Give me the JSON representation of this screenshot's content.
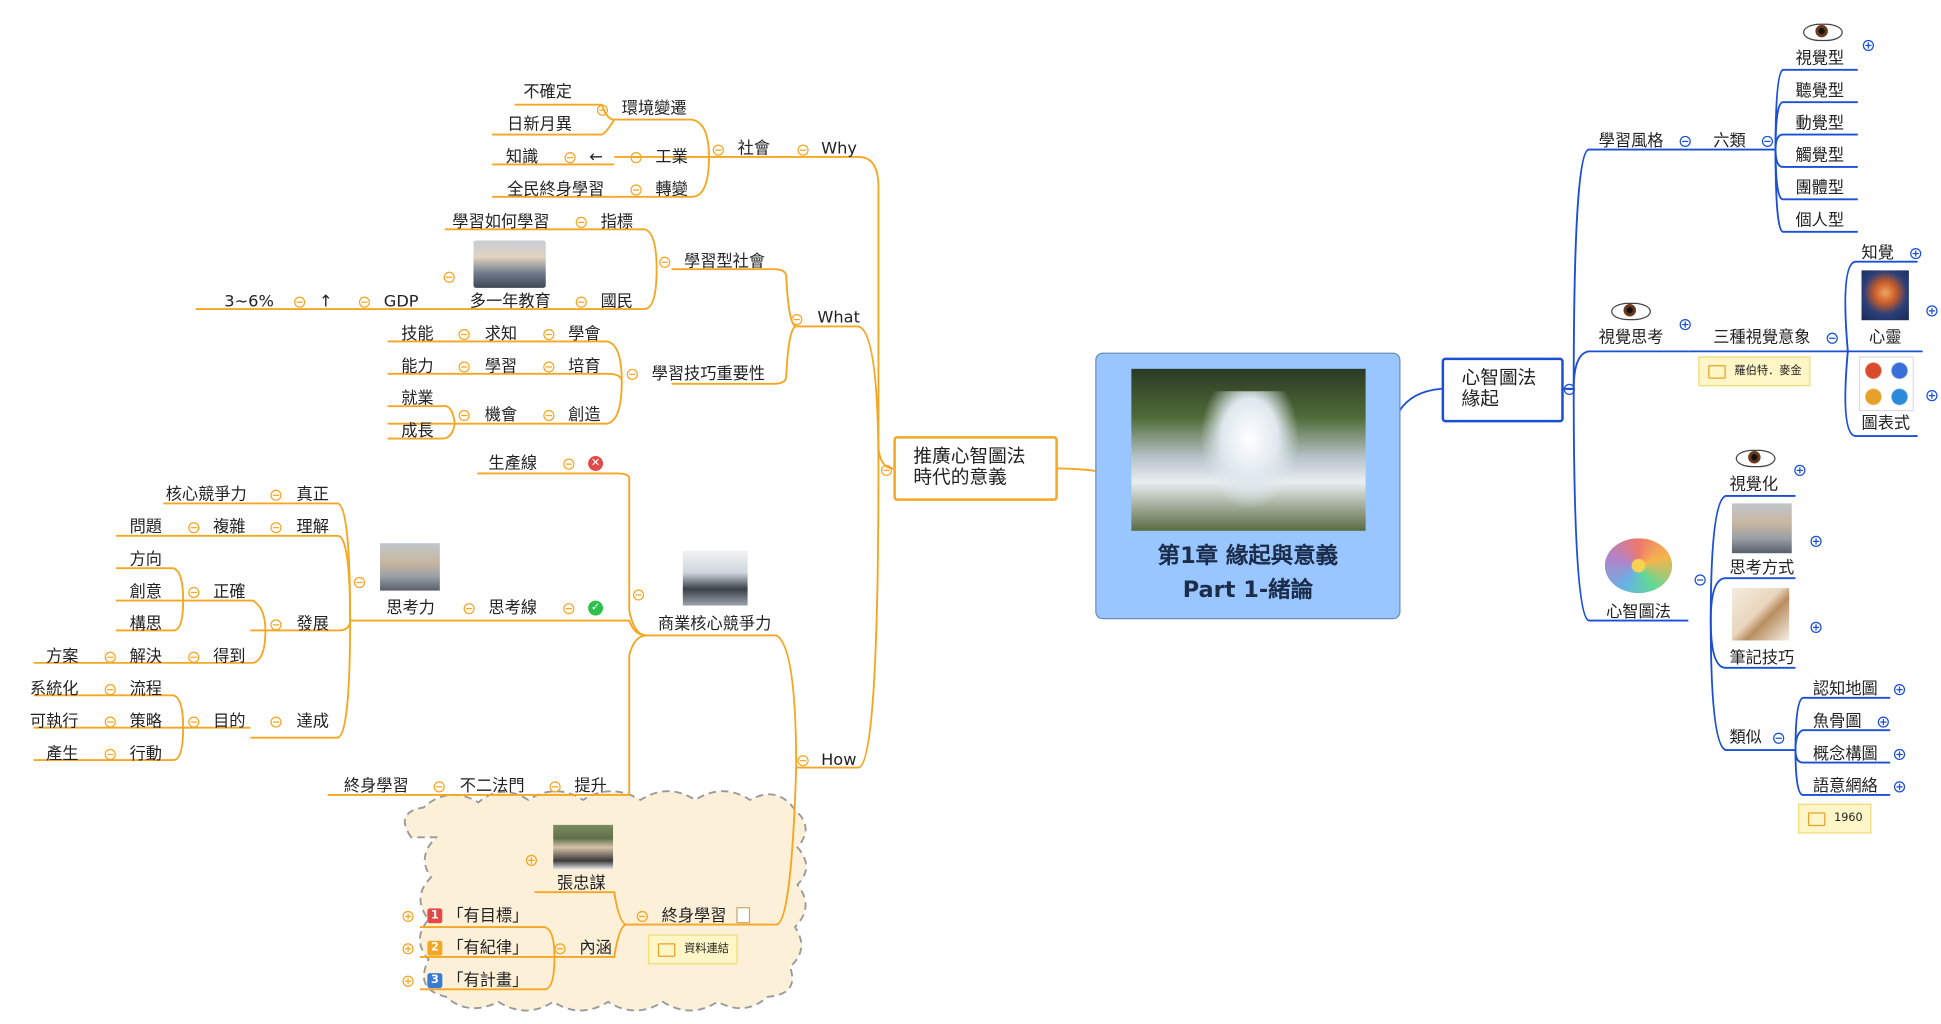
{
  "central": {
    "title_line1": "第1章 緣起與意義",
    "title_line2": "Part 1-緒論"
  },
  "left_branch": {
    "label_line1": "推廣心智圖法",
    "label_line2": "時代的意義",
    "why": {
      "label": "Why",
      "society": "社會",
      "env_change": "環境變遷",
      "uncertain": "不確定",
      "rapid_change": "日新月異",
      "knowledge": "知識",
      "arrow_left": "←",
      "industry": "工業",
      "transform": "轉變",
      "lifelong_all": "全民終身學習"
    },
    "what": {
      "label": "What",
      "learning_society": "學習型社會",
      "how_to_learn": "學習如何學習",
      "indicator": "指標",
      "extra_year": "多一年教育",
      "citizen": "國民",
      "gdp": "GDP",
      "arrow_up": "↑",
      "gdp_range": "3~6%",
      "skills_importance": "學習技巧重要性",
      "skill": "技能",
      "seek_knowledge": "求知",
      "learn": "學會",
      "ability": "能力",
      "study": "學習",
      "cultivate": "培育",
      "employment": "就業",
      "growth": "成長",
      "opportunity": "機會",
      "create": "創造"
    },
    "how": {
      "label": "How",
      "production_line": "生產線",
      "core_competency": "商業核心競爭力",
      "thinking_line": "思考線",
      "thinking_power": "思考力",
      "core_power": "核心競爭力",
      "true": "真正",
      "problem": "問題",
      "complex": "複雜",
      "understand": "理解",
      "direction": "方向",
      "creativity": "創意",
      "correct": "正確",
      "concept": "構思",
      "develop": "發展",
      "solution": "方案",
      "solve": "解決",
      "obtain": "得到",
      "systematize": "系統化",
      "process": "流程",
      "executable": "可執行",
      "strategy": "策略",
      "goal": "目的",
      "achieve": "達成",
      "produce": "產生",
      "action": "行動",
      "lifelong": "終身學習",
      "only_way": "不二法門",
      "improve": "提升",
      "lifelong2": "終身學習",
      "morris_chang": "張忠謀",
      "content": "內涵",
      "item1": "「有目標」",
      "item2": "「有紀律」",
      "item3": "「有計畫」",
      "badge1": "1",
      "badge2": "2",
      "badge3": "3",
      "note": "資料連結"
    }
  },
  "right_branch": {
    "label_line1": "心智圖法",
    "label_line2": "緣起",
    "learning_style": "學習風格",
    "six_types": "六類",
    "types": [
      "視覺型",
      "聽覺型",
      "動覺型",
      "觸覺型",
      "團體型",
      "個人型"
    ],
    "visual_thinking": "視覺思考",
    "three_images": "三種視覺意象",
    "note_mckim": "羅伯特．麥金",
    "perception": "知覺",
    "mind": "心靈",
    "graphic": "圖表式",
    "mind_mapping": "心智圖法",
    "visualize": "視覺化",
    "thinking_way": "思考方式",
    "note_taking": "筆記技巧",
    "similar": "類似",
    "similar_items": [
      "認知地圖",
      "魚骨圖",
      "概念構圖",
      "語意網絡"
    ],
    "note_1960": "1960"
  },
  "colors": {
    "left_branch": "#f5a623",
    "right_branch": "#1a4fd6",
    "central_fill": "#99c6ff",
    "cloud_fill": "#fdf0d8"
  },
  "icons": [
    "eye-icon",
    "check-icon",
    "cross-icon",
    "note-icon",
    "document-icon",
    "collapse-toggle-icon",
    "expand-toggle-icon"
  ]
}
